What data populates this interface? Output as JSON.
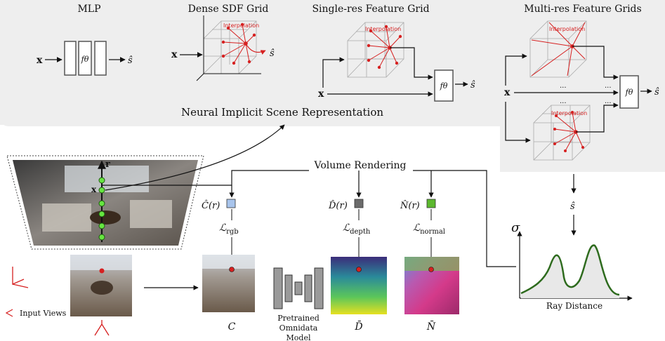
{
  "panels": {
    "mlp": {
      "title": "MLP",
      "input": "x",
      "net": "fθ",
      "output": "ŝ"
    },
    "dense": {
      "title": "Dense SDF Grid",
      "input": "x",
      "interp": "Interpolation",
      "output": "ŝ"
    },
    "single": {
      "title": "Single-res Feature Grid",
      "input": "x",
      "interp": "Interpolation",
      "net": "fθ",
      "output": "ŝ"
    },
    "multi": {
      "title": "Multi-res Feature Grids",
      "input": "x",
      "interp_top": "Interpolation",
      "interp_bottom": "Interpolation",
      "dots": "...",
      "net": "fθ",
      "output": "ŝ"
    },
    "caption": "Neural Implicit Scene Representation"
  },
  "scene": {
    "ray_label": "r",
    "point_label": "x",
    "input_views": "Input Views"
  },
  "rendering": {
    "title": "Volume Rendering",
    "color_pred": "Ĉ(r)",
    "depth_pred": "D̂(r)",
    "normal_pred": "N̂(r)",
    "loss_rgb": "ℒ",
    "loss_rgb_sub": "rgb",
    "loss_depth": "ℒ",
    "loss_depth_sub": "depth",
    "loss_normal": "ℒ",
    "loss_normal_sub": "normal",
    "img_c": "C",
    "img_d": "D̄",
    "img_n": "N̄",
    "model_line1": "Pretrained",
    "model_line2": "Omnidata",
    "model_line3": "Model"
  },
  "density": {
    "s_hat": "ŝ",
    "sigma": "σ",
    "xlabel": "Ray Distance"
  },
  "colors": {
    "panel": "#eeeeee",
    "red": "#d62020",
    "green_dot": "#66e640",
    "color_sq": "#a8c4ec",
    "depth_sq": "#6b6b6b",
    "normal_sq": "#5cb82e",
    "curve": "#2e6b1e"
  }
}
